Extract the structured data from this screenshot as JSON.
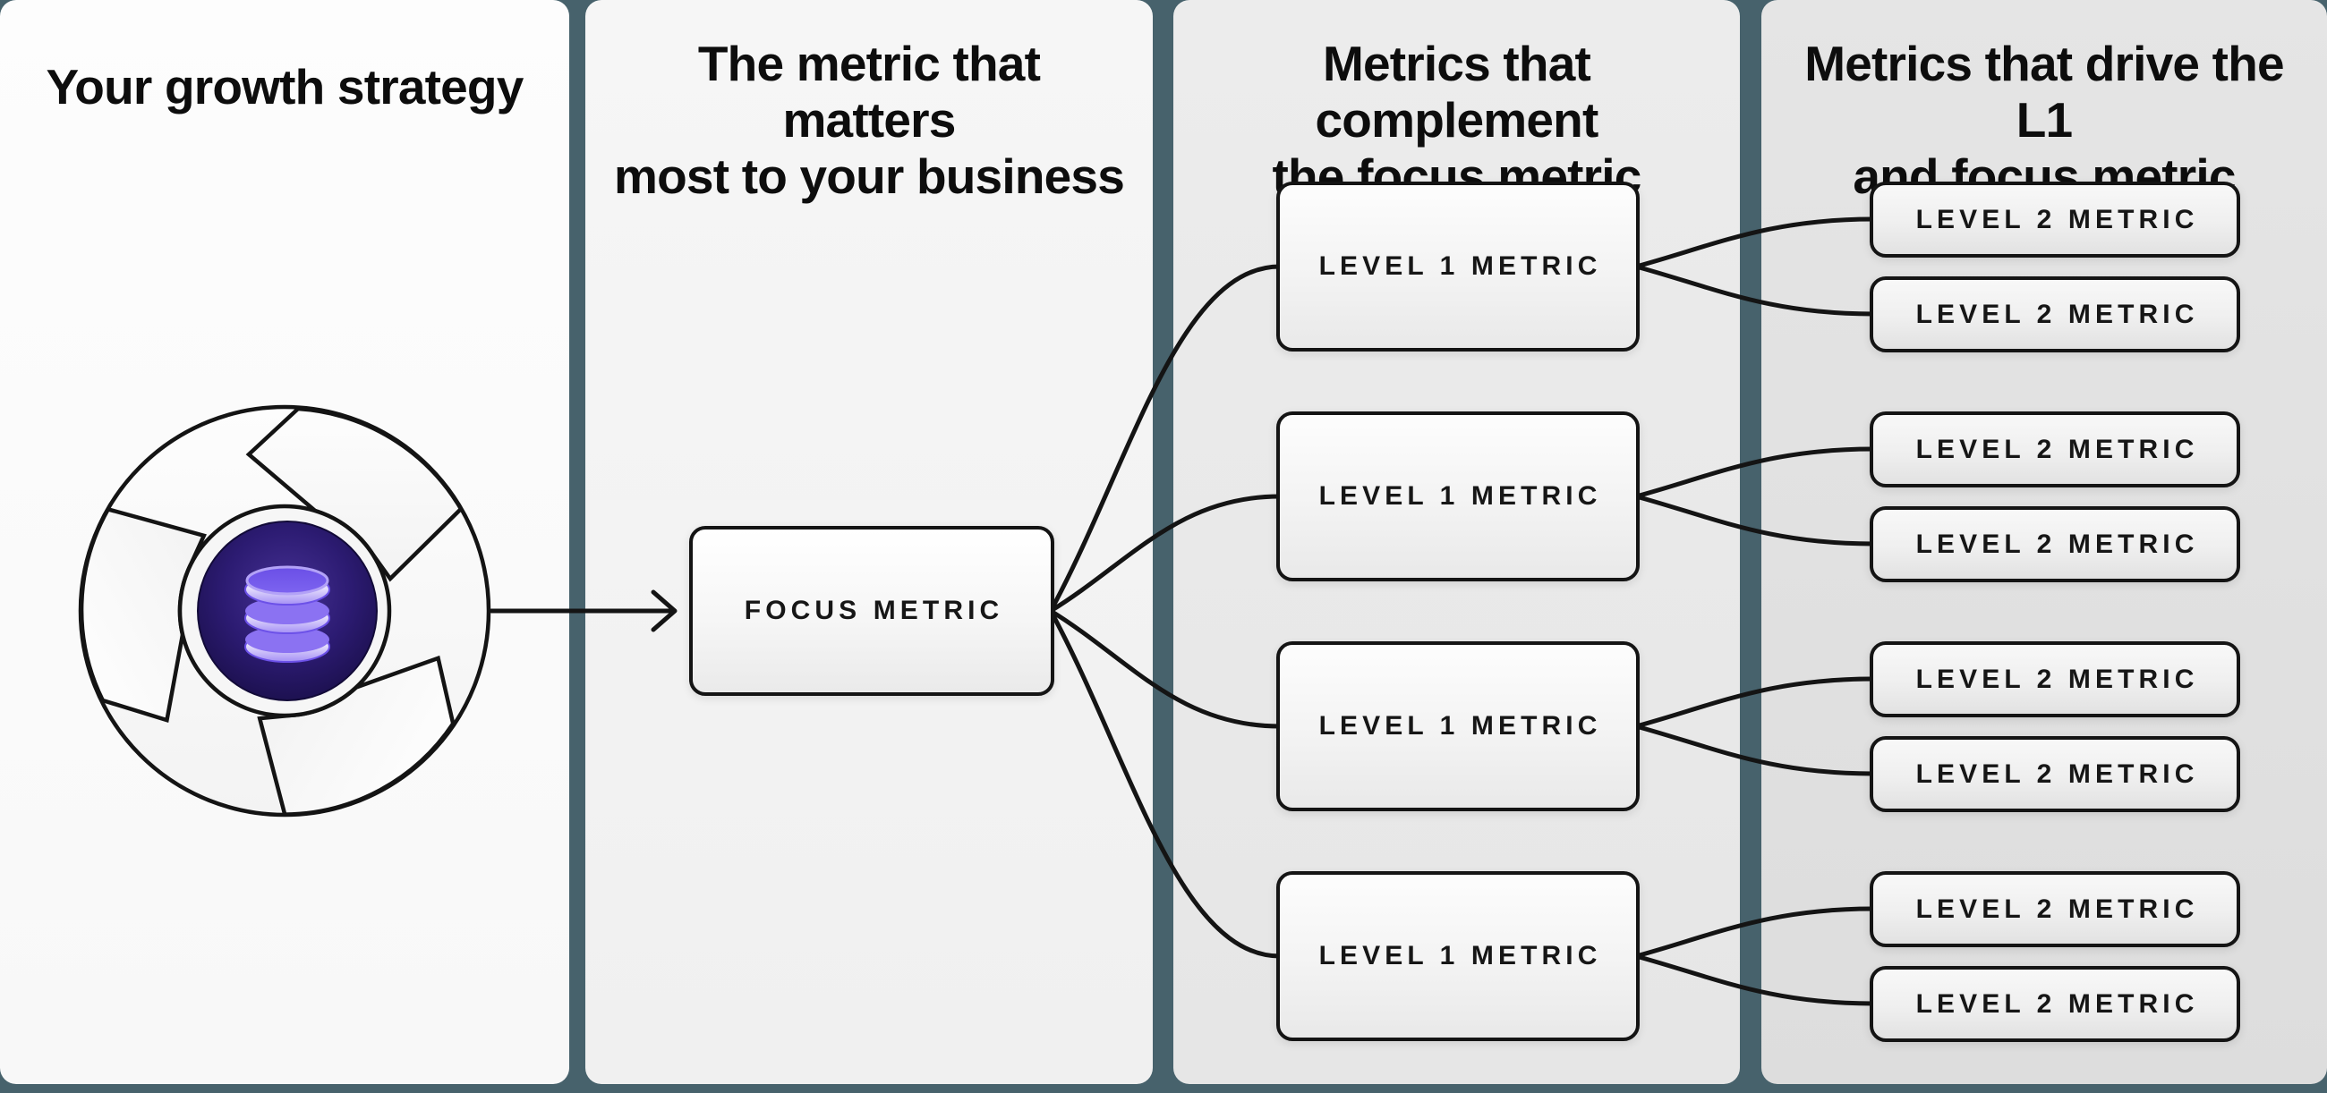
{
  "diagram": {
    "columns": [
      {
        "line1": "Your growth strategy",
        "line2": ""
      },
      {
        "line1": "The metric that matters",
        "line2": "most to your business"
      },
      {
        "line1": "Metrics that complement",
        "line2": "the focus metric"
      },
      {
        "line1": "Metrics that drive the L1",
        "line2": "and focus metric"
      }
    ],
    "nodes": {
      "focus_label": "FOCUS METRIC",
      "level1_label": "LEVEL 1 METRIC",
      "level2_label": "LEVEL 2 METRIC"
    },
    "icons": {
      "flywheel": "flywheel-database-icon"
    },
    "colors": {
      "background_teal": "#47626c",
      "panel_light": "#fafafa",
      "panel_dark": "#dedede",
      "line_black": "#141414",
      "db_purple": "#7a5ff0",
      "db_lavender": "#cfc3f9",
      "db_core_dark": "#221356"
    }
  }
}
